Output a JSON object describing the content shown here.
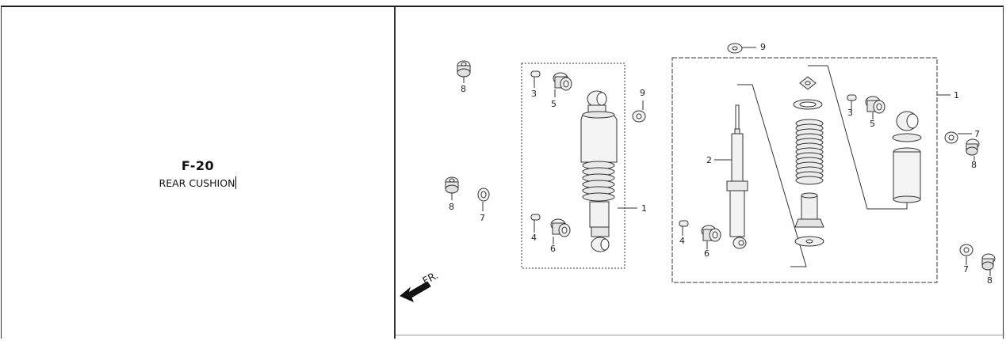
{
  "figure": {
    "code": "F-20",
    "title": "REAR CUSHION"
  },
  "diagram": {
    "direction_label": "FR.",
    "callouts": {
      "left_nut_top": "8",
      "left_nut_bottom": "8",
      "left_washer_bottom": "7",
      "asm1_collar_top": "3",
      "asm1_bush_top": "5",
      "asm1_collar_bottom": "4",
      "asm1_bush_bottom": "6",
      "asm1_washer": "9",
      "asm1_unit": "1",
      "asm2_washer_top": "9",
      "asm2_damper": "2",
      "asm2_collar_top": "3",
      "asm2_bush_top": "5",
      "asm2_collar_bottom": "4",
      "asm2_bush_bottom": "6",
      "asm2_unit": "1",
      "right_washer_top": "7",
      "right_nut_top": "8",
      "right_washer_bottom": "7",
      "right_nut_bottom": "8"
    }
  },
  "colors": {
    "line": "#333333",
    "fill_light": "#f2f2f2",
    "fill_mid": "#e4e4e4",
    "fill_dark": "#111111"
  }
}
